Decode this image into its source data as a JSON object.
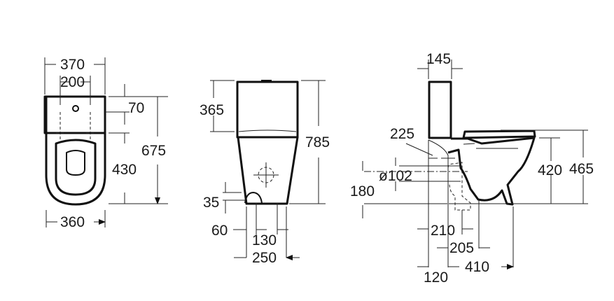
{
  "drawing": {
    "front_view": {
      "width_top": "370",
      "tap_hole_spacing": "200",
      "tap_hole_depth": "70",
      "bowl_depth": "430",
      "total_depth": "675",
      "base_width": "360"
    },
    "side_view": {
      "tank_height": "365",
      "total_height": "785",
      "inlet_height": "35",
      "inlet_offset": "60",
      "fixing_spacing": "130",
      "base_width": "250"
    },
    "profile_view": {
      "tank_depth": "145",
      "outlet_distance": "225",
      "outlet_diameter": "ø102",
      "outlet_height": "180",
      "rim_height": "420",
      "seat_height": "465",
      "dist_210": "210",
      "dist_205": "205",
      "dist_410": "410",
      "wall_gap": "120"
    }
  }
}
